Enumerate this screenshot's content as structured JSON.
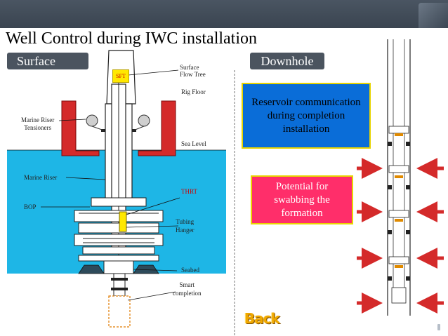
{
  "slide": {
    "title": "Well Control during IWC installation",
    "surface_tab": "Surface",
    "downhole_tab": "Downhole",
    "back_button": "Back"
  },
  "surface_labels": {
    "surface_flow_tree": [
      "Surface",
      "Flow Tree"
    ],
    "sft": "SFT",
    "rig_floor": "Rig Floor",
    "marine_riser_tensioners": [
      "Marine Riser",
      "Tensioners"
    ],
    "sea_level": "Sea Level",
    "marine_riser": "Marine Riser",
    "thrt": "THRT",
    "bop": "BOP",
    "tubing_hanger": [
      "Tubing",
      "Hanger"
    ],
    "seabed": "Seabed",
    "smart_completion": [
      "Smart",
      "completion"
    ]
  },
  "downhole_boxes": {
    "reservoir": "Reservoir communication during completion installation",
    "swabbing": "Potential for swabbing the formation"
  },
  "colors": {
    "sea": "#1eb6e6",
    "riser_tensioner": "#d42a2a",
    "blue_box": "#0a6dd8",
    "pink_box": "#ff2e6a",
    "box_border": "#e8d400",
    "arrow": "#d42a2a",
    "pill": "#4b545f"
  }
}
